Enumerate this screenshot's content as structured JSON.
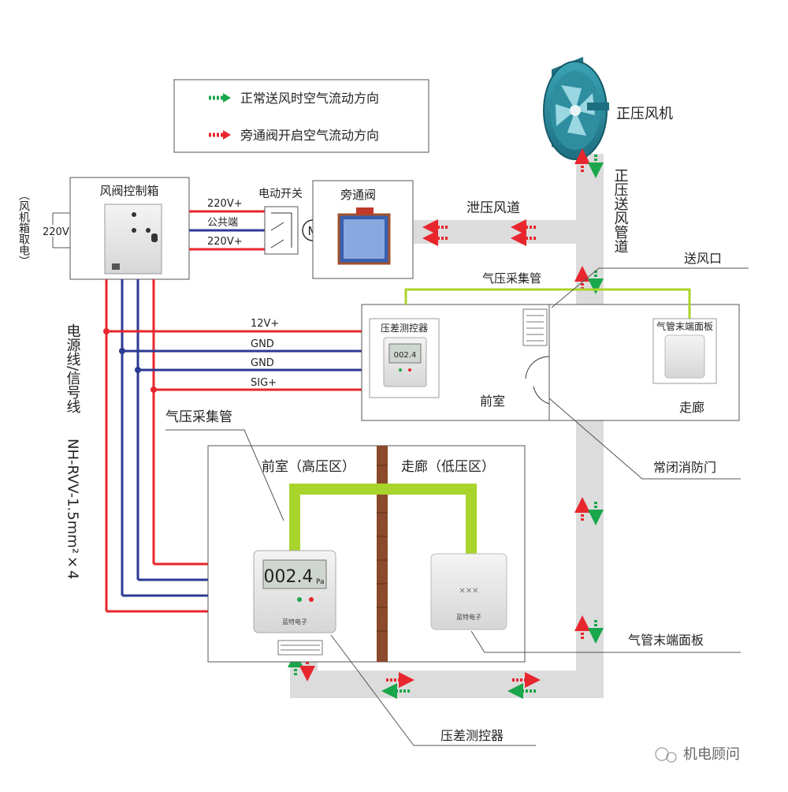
{
  "legend": {
    "normal_flow": "正常送风时空气流动方向",
    "bypass_flow": "旁通阀开启空气流动方向"
  },
  "fan": {
    "label": "正压风机"
  },
  "supply_duct": {
    "label": "正压送风管道"
  },
  "relief_duct": {
    "label": "泄压风道"
  },
  "control_box": {
    "title": "风阀控制箱",
    "power_source": "（风机箱取电）",
    "voltage": "220V"
  },
  "wires": {
    "l1": "220V+",
    "common": "公共端",
    "l2": "220V+"
  },
  "switch": {
    "label": "电动开关",
    "motor": "M"
  },
  "bypass_valve": {
    "label": "旁通阀"
  },
  "cable": {
    "label": "电源线/信号线",
    "spec": "NH-RVV-1.5mm²×4"
  },
  "signals": {
    "v12": "12V+",
    "gnd1": "GND",
    "gnd2": "GND",
    "sig": "SIG+"
  },
  "upper_plan": {
    "pressure_tube": "气压采集管",
    "supply_outlet": "送风口",
    "controller": "压差测控器",
    "terminal_panel": "气管末端面板",
    "front_room": "前室",
    "corridor": "走廊",
    "fire_door": "常闭消防门"
  },
  "lower_detail": {
    "pressure_tube": "气压采集管",
    "front_room": "前室（高压区）",
    "corridor": "走廊（低压区）",
    "display": "002.4",
    "unit": "Pa",
    "brand": "蓝特电子",
    "terminal_panel": "气管末端面板",
    "controller": "压差测控器"
  },
  "watermark": "机电顾问",
  "colors": {
    "green": "#1aa64a",
    "red": "#e8262d",
    "duct": "#dcdcdc",
    "tube": "#a8d42c",
    "blue": "#2b3a93",
    "wall": "#8b4a2b"
  }
}
